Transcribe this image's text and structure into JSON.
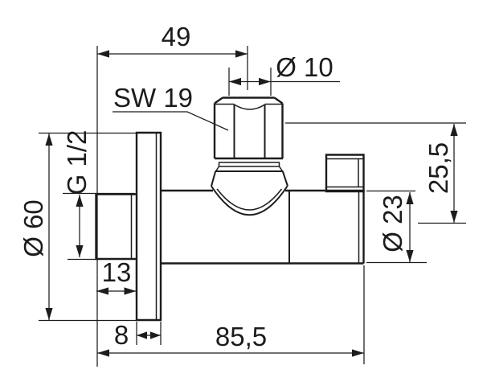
{
  "drawing": {
    "labels": {
      "dim_49": "49",
      "dim_d10": "Ø 10",
      "dim_sw19": "SW 19",
      "dim_g12": "G 1/2",
      "dim_d60": "Ø 60",
      "dim_255": "25,5",
      "dim_d23": "Ø 23",
      "dim_13": "13",
      "dim_8": "8",
      "dim_855": "85,5"
    },
    "colors": {
      "line": "#1c1c1c",
      "background": "#ffffff"
    }
  }
}
